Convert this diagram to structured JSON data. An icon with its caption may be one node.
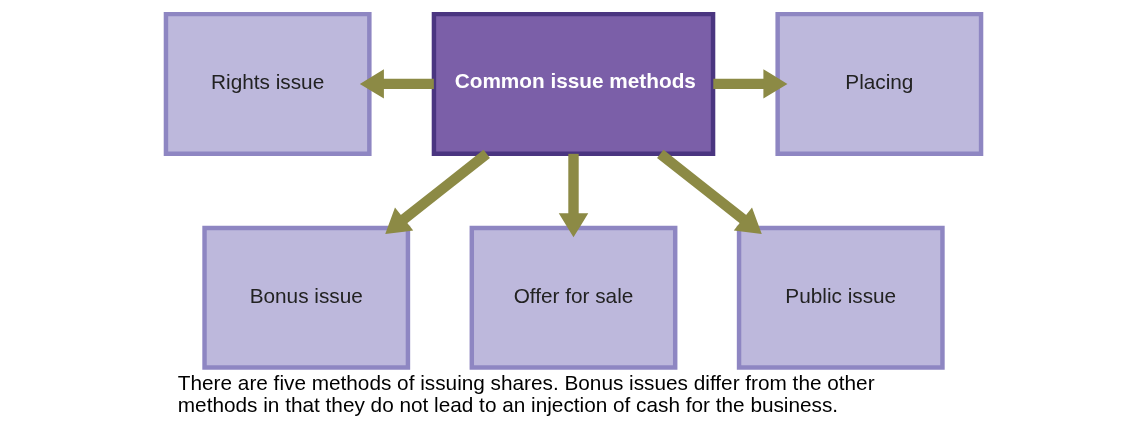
{
  "diagram": {
    "caption": "There are five methods of issuing shares. Bonus issues differ from the other methods in that they do not lead to an injection of cash for the business.",
    "nodes": [
      {
        "text": [
          "Common issue methods"
        ]
      },
      {
        "text": [
          "Rights issue"
        ]
      },
      {
        "text": [
          "Placing"
        ]
      },
      {
        "text": [
          "Bonus issue"
        ]
      },
      {
        "text": [
          "Offer for sale"
        ]
      },
      {
        "text": [
          "Public issue"
        ]
      }
    ],
    "edges": [
      {
        "from": 0,
        "to": 1,
        "arrow": "to"
      },
      {
        "from": 0,
        "to": 2,
        "arrow": "to"
      },
      {
        "from": 0,
        "to": 3,
        "arrow": "to"
      },
      {
        "from": 0,
        "to": 4,
        "arrow": "to"
      },
      {
        "from": 0,
        "to": 5,
        "arrow": "to"
      }
    ]
  }
}
